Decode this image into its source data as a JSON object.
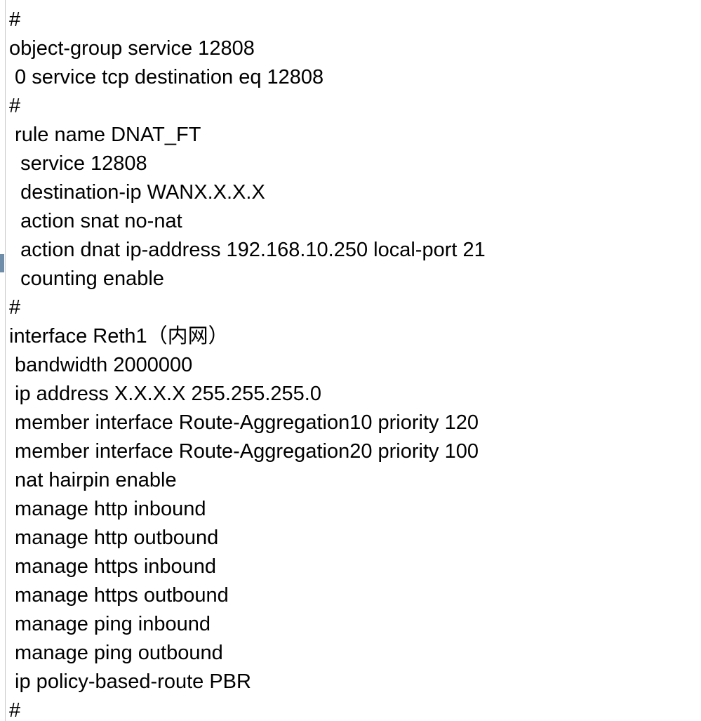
{
  "editor": {
    "lines": [
      "#",
      "object-group service 12808",
      " 0 service tcp destination eq 12808",
      "#",
      " rule name DNAT_FT",
      "  service 12808",
      "  destination-ip WANX.X.X.X",
      "  action snat no-nat",
      "  action dnat ip-address 192.168.10.250 local-port 21",
      "  counting enable",
      "#",
      "interface Reth1（内网）",
      " bandwidth 2000000",
      " ip address X.X.X.X 255.255.255.0",
      " member interface Route-Aggregation10 priority 120",
      " member interface Route-Aggregation20 priority 100",
      " nat hairpin enable",
      " manage http inbound",
      " manage http outbound",
      " manage https inbound",
      " manage https outbound",
      " manage ping inbound",
      " manage ping outbound",
      " ip policy-based-route PBR",
      "#"
    ]
  },
  "colors": {
    "background": "#ffffff",
    "text": "#000000",
    "edge_line": "#c8c8c8",
    "edge_marker": "#6f8ca8"
  }
}
